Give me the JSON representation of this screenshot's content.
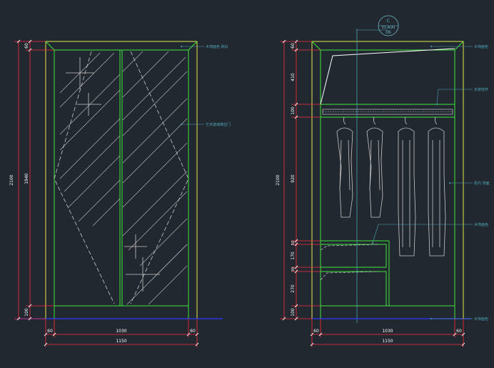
{
  "colors": {
    "background": "#212830",
    "frame": "#e8e84a",
    "panel": "#3ee83e",
    "dimension": "#ff2a3a",
    "text": "#ffffff",
    "leader": "#4fa3b5",
    "floor": "#2a3cff",
    "glass": "#c8c8c8"
  },
  "section_tag": {
    "top": "C",
    "middle": "01-A(A)",
    "bottom": "06"
  },
  "left_elevation": {
    "vertical_dims": {
      "total": "2100",
      "top": "60",
      "middle": "1940",
      "bottom": "100"
    },
    "horizontal_dims": {
      "left": "60",
      "middle": "1030",
      "right": "60",
      "total": "1150"
    },
    "labels": {
      "frame_color": "木饰面色 刷白",
      "glass_door": "艺术玻璃推拉门"
    }
  },
  "right_elevation": {
    "vertical_dims": {
      "total": "2100",
      "top": "60",
      "upper": "410",
      "rail": "100",
      "hanging": "920",
      "drawer_gap": "50",
      "drawer_upper": "170",
      "drawer_mid": "30",
      "drawer_lower": "270",
      "bottom": "100"
    },
    "horizontal_dims": {
      "left": "60",
      "middle": "1030",
      "right": "60",
      "total": "1150"
    },
    "labels": {
      "top_color": "木饰面色",
      "hanging_rod": "衣架挂杆",
      "interior": "柜内 饰面",
      "drawer_color": "木饰面色",
      "base_color": "木饰面色"
    }
  }
}
